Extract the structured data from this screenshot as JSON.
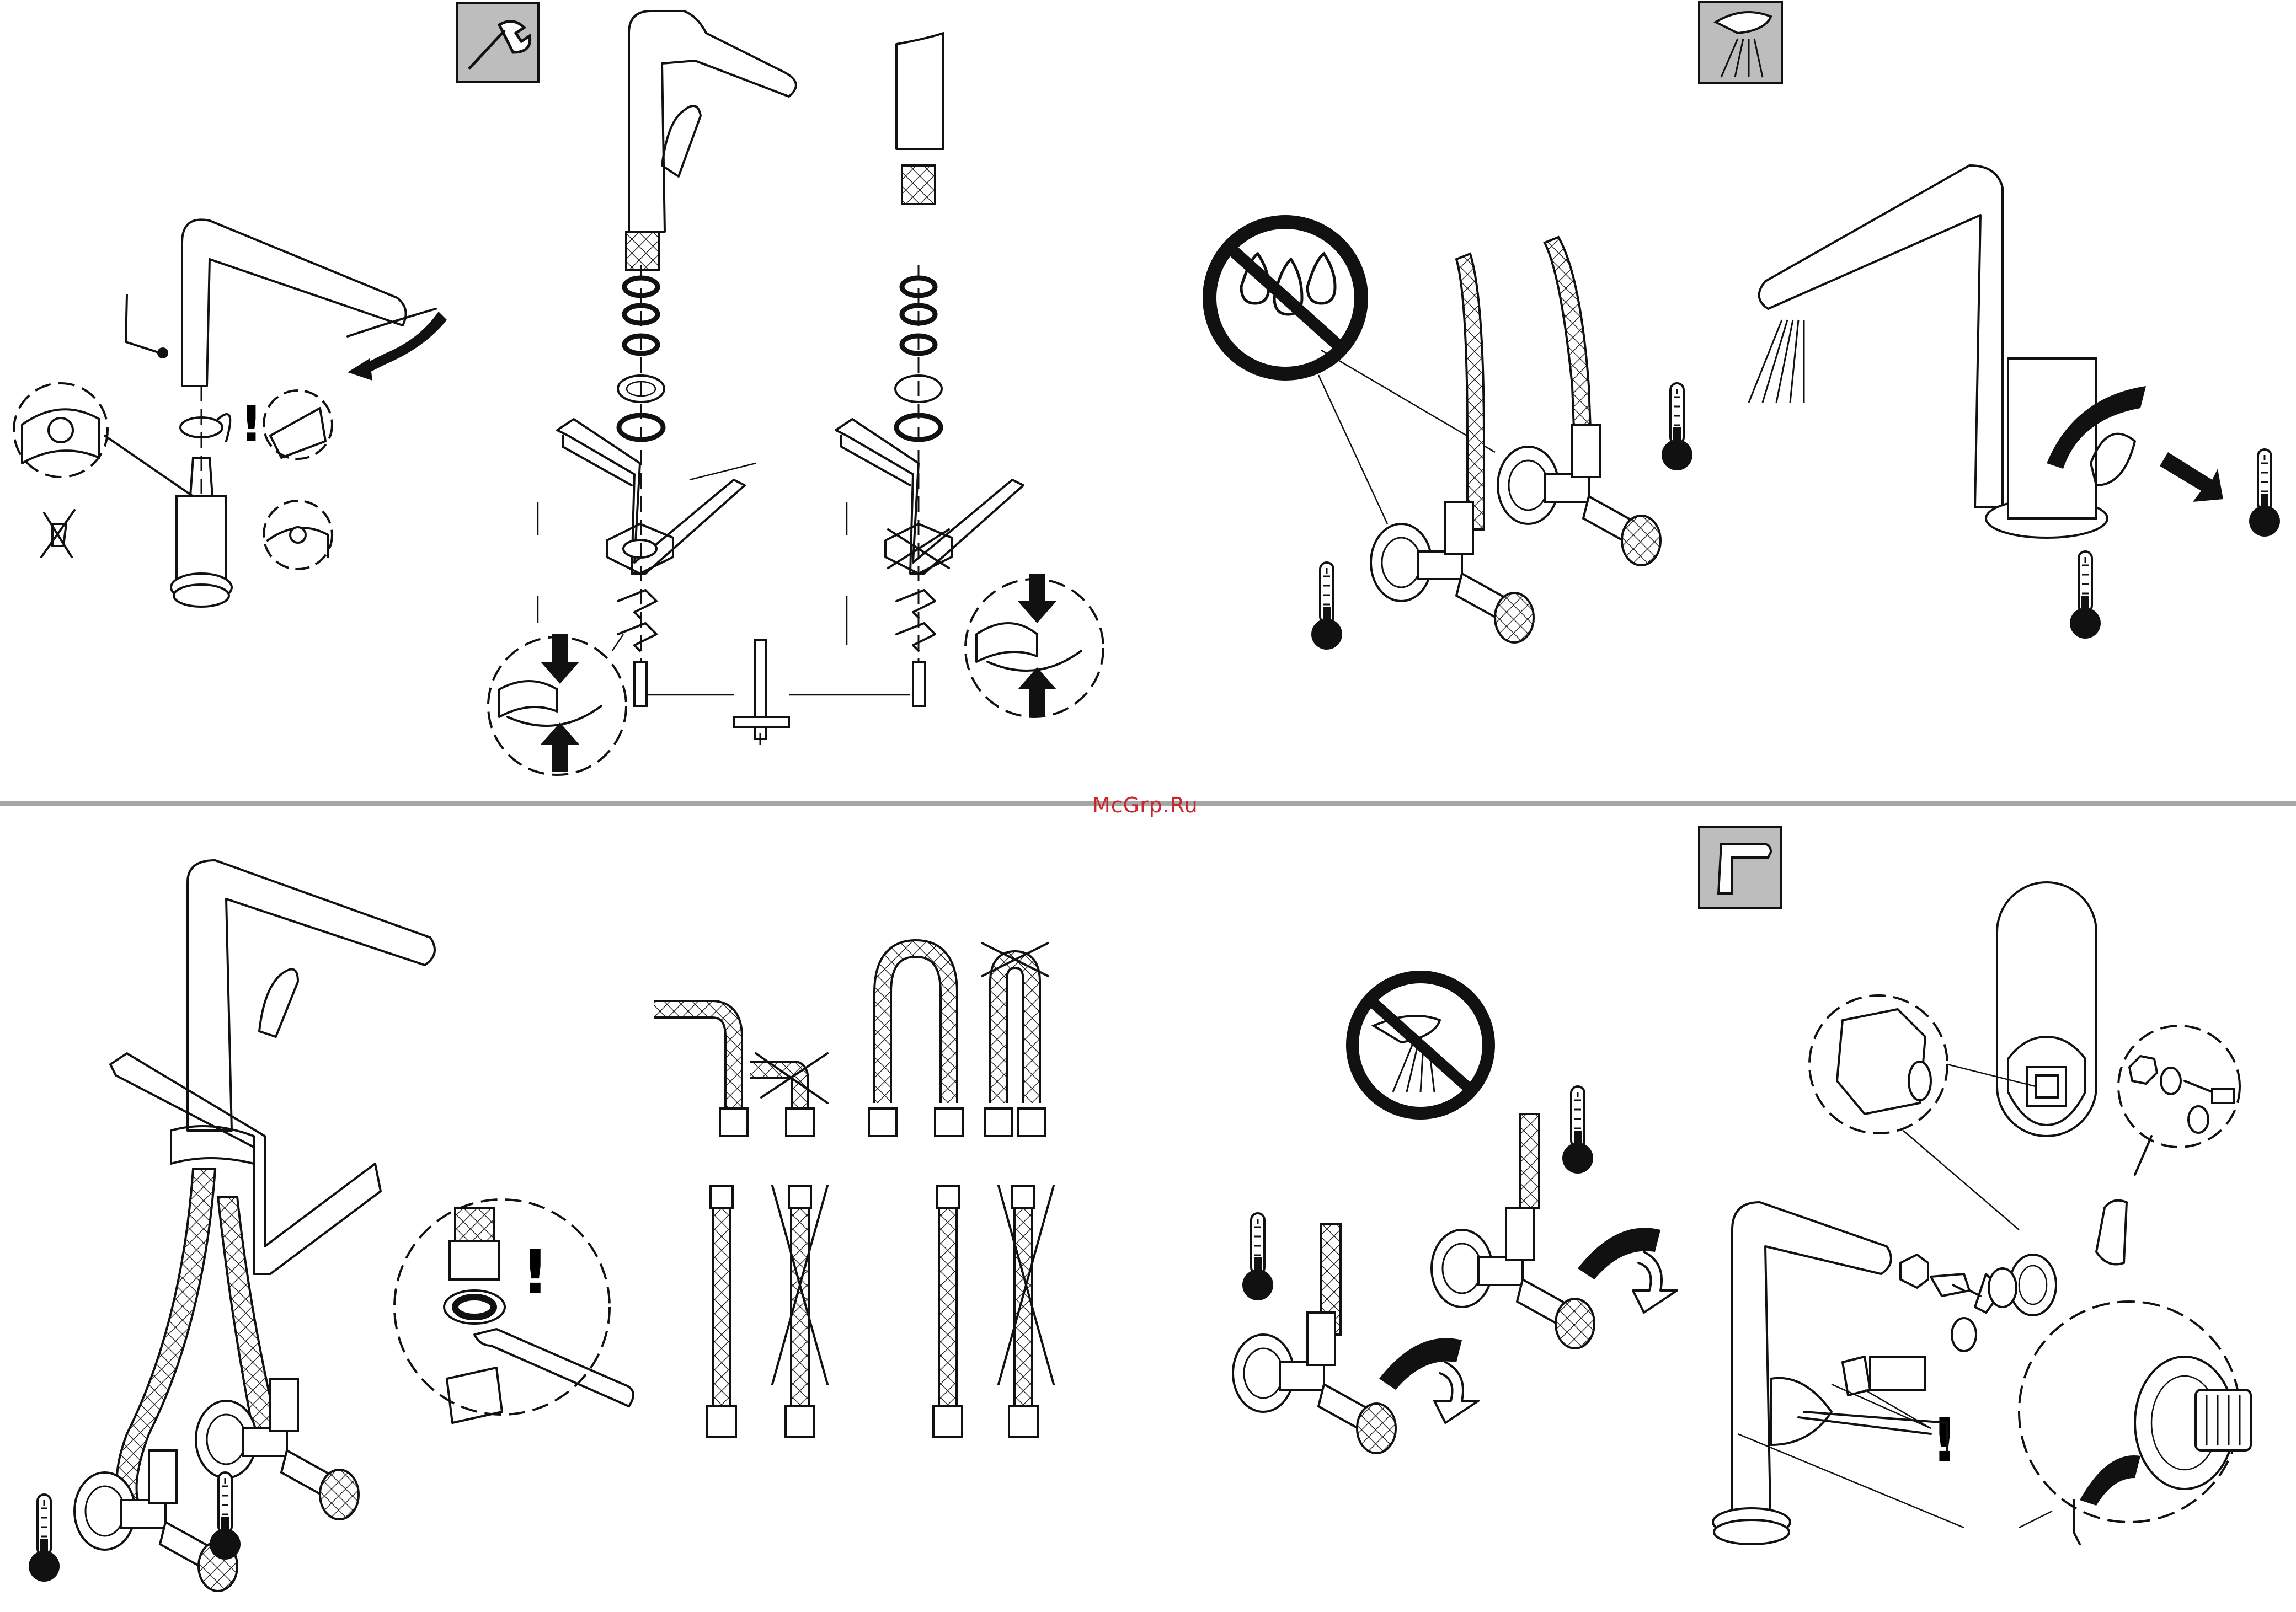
{
  "watermark": "McGrp.Ru",
  "colors": {
    "line": "#111111",
    "tool_box": "#bdbdbd",
    "divider": "#a6a6a6",
    "watermark": "#c8252c"
  },
  "panels": [
    {
      "id": "installation-removal",
      "tool_icon": "wrench-icon"
    },
    {
      "id": "connection-flush",
      "tool_icon": "spray-icon"
    },
    {
      "id": "hose-installation",
      "tool_icon": ""
    },
    {
      "id": "handle-cartridge",
      "tool_icon": "allen-key-icon"
    }
  ],
  "warning_mark": "!"
}
